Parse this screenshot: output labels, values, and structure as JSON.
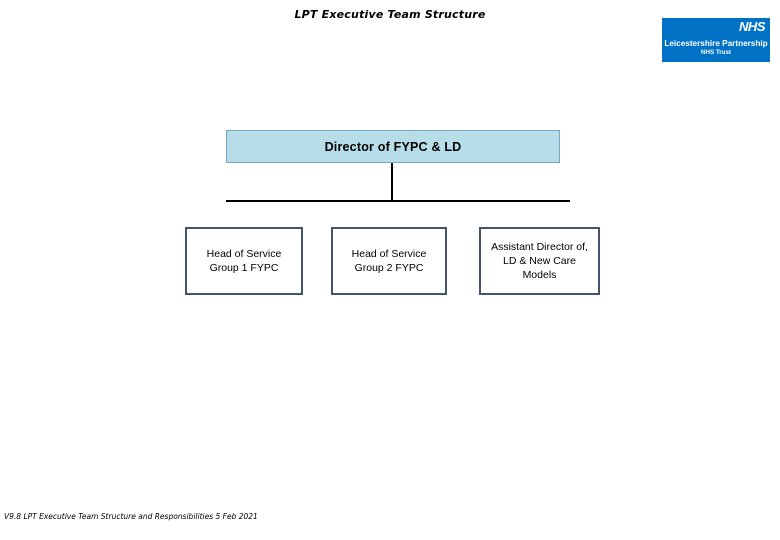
{
  "slide": {
    "title": "LPT Executive Team Structure",
    "footer": "V9.8 LPT Executive Team Structure and Responsibilities 5 Feb 2021"
  },
  "logo": {
    "nhs_letters": "NHS",
    "trust_name": "Leicestershire Partnership",
    "trust_sub": "NHS Trust",
    "brand_color": "#0072C6"
  },
  "chart_data": {
    "type": "diagram",
    "title": "LPT Executive Team Structure",
    "colors": {
      "root_fill": "#B7DEE8",
      "root_border": "#6FA8BF",
      "child_fill": "#FFFFFF",
      "child_border": "#44546A",
      "connector": "#000000"
    },
    "nodes": [
      {
        "id": "director",
        "label": "Director of FYPC & LD",
        "level": 0
      },
      {
        "id": "hos_group1",
        "label": "Head of Service Group 1 FYPC",
        "level": 1
      },
      {
        "id": "hos_group2",
        "label": "Head of Service Group 2 FYPC",
        "level": 1
      },
      {
        "id": "assistant_director",
        "label": "Assistant Director of, LD & New Care Models",
        "level": 1
      }
    ],
    "edges": [
      {
        "from": "director",
        "to": "hos_group1"
      },
      {
        "from": "director",
        "to": "hos_group2"
      },
      {
        "from": "director",
        "to": "assistant_director"
      }
    ]
  }
}
